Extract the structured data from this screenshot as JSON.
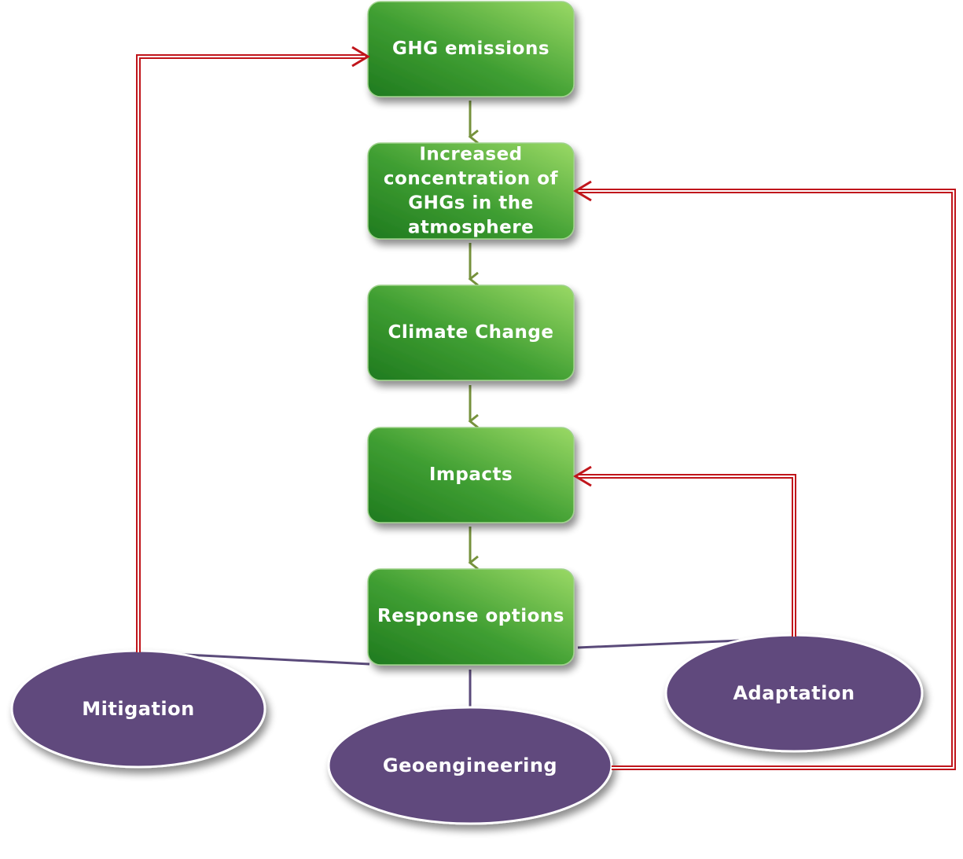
{
  "boxes": [
    {
      "id": "ghg-emissions",
      "lines": [
        "GHG emissions"
      ]
    },
    {
      "id": "increased-concentration",
      "lines": [
        "Increased",
        "concentration of",
        "GHGs in the",
        "atmosphere"
      ]
    },
    {
      "id": "climate-change",
      "lines": [
        "Climate Change"
      ]
    },
    {
      "id": "impacts",
      "lines": [
        "Impacts"
      ]
    },
    {
      "id": "response-options",
      "lines": [
        "Response options"
      ]
    }
  ],
  "options": [
    {
      "id": "mitigation",
      "label": "Mitigation"
    },
    {
      "id": "geoengineering",
      "label": "Geoengineering"
    },
    {
      "id": "adaptation",
      "label": "Adaptation"
    }
  ],
  "colors": {
    "box_dark": "#1f7a1f",
    "box_light": "#8fd65a",
    "ellipse_fill": "#614a7d",
    "flow_arrow": "#76923c",
    "feedback_arrow": "#c0151b",
    "connector": "#5a4a7a"
  }
}
